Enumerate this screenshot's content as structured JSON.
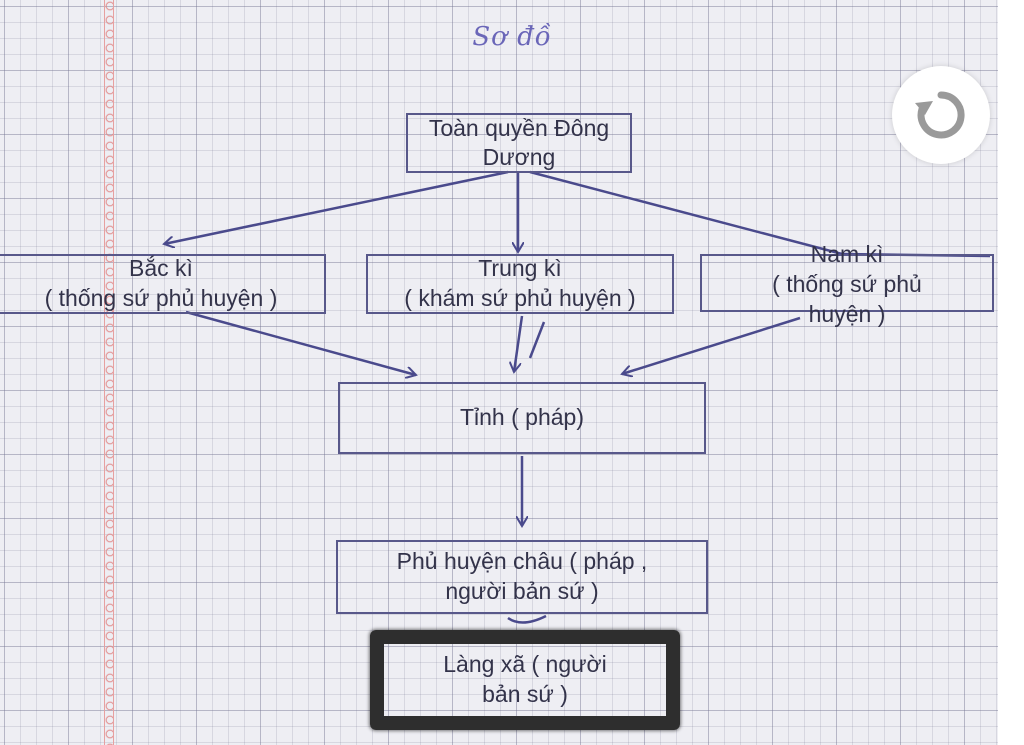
{
  "title": "Sơ đồ",
  "nodes": {
    "top": {
      "line1": "Toàn quyền Đông",
      "line2": "Dương"
    },
    "bac": {
      "line1": "Bắc kì",
      "line2": "( thống sứ  phủ huyện )"
    },
    "trung": {
      "line1": "Trung kì",
      "line2": "( khám sứ phủ huyện )"
    },
    "nam": {
      "line1": "Nam kì",
      "line2": "( thống sứ phủ",
      "line3": "huyện )"
    },
    "tinh": {
      "line1": "Tỉnh ( pháp)"
    },
    "phu": {
      "line1": "Phủ huyện châu ( pháp ,",
      "line2": "người bản sứ )"
    },
    "lang": {
      "line1": "Làng xã ( người",
      "line2": "bản sứ )"
    }
  },
  "icons": {
    "refresh": "refresh-icon"
  },
  "colors": {
    "ink": "#4a4a8c",
    "paper": "#eeeef3",
    "margin": "#e08a8a",
    "highlight": "#2e2e2e"
  }
}
